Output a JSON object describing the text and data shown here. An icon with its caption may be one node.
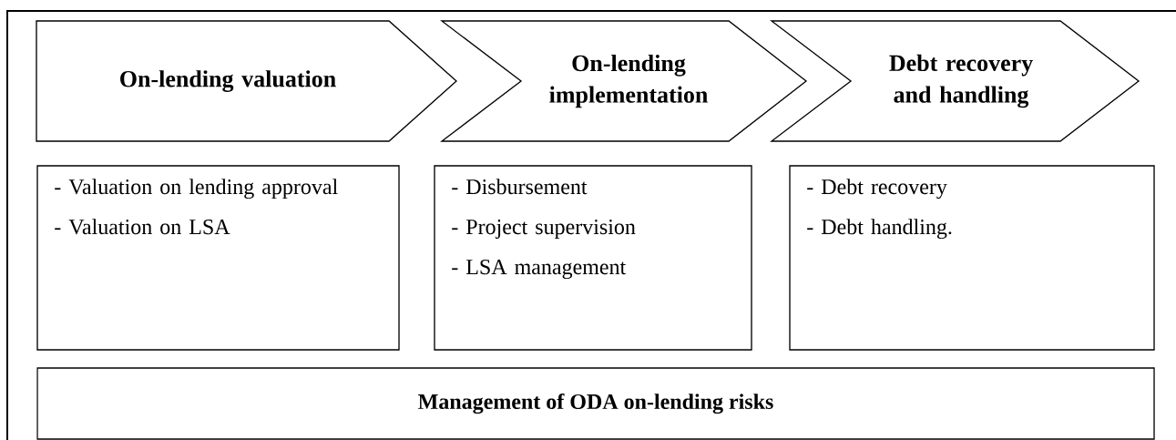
{
  "diagram": {
    "nodes": [
      {
        "text": [
          "On-lending valuation"
        ]
      },
      {
        "text": [
          "On-lending implementation"
        ]
      },
      {
        "text": [
          "Debt recovery and handling"
        ]
      },
      {
        "text": [
          "- Valuation on lending approval",
          "- Valuation on LSA"
        ]
      },
      {
        "text": [
          "- Disbursement",
          "- Project supervision",
          "- LSA management"
        ]
      },
      {
        "text": [
          "- Debt recovery",
          "- Debt handling."
        ]
      },
      {
        "text": [
          "Management of ODA on-lending risks"
        ]
      }
    ]
  }
}
